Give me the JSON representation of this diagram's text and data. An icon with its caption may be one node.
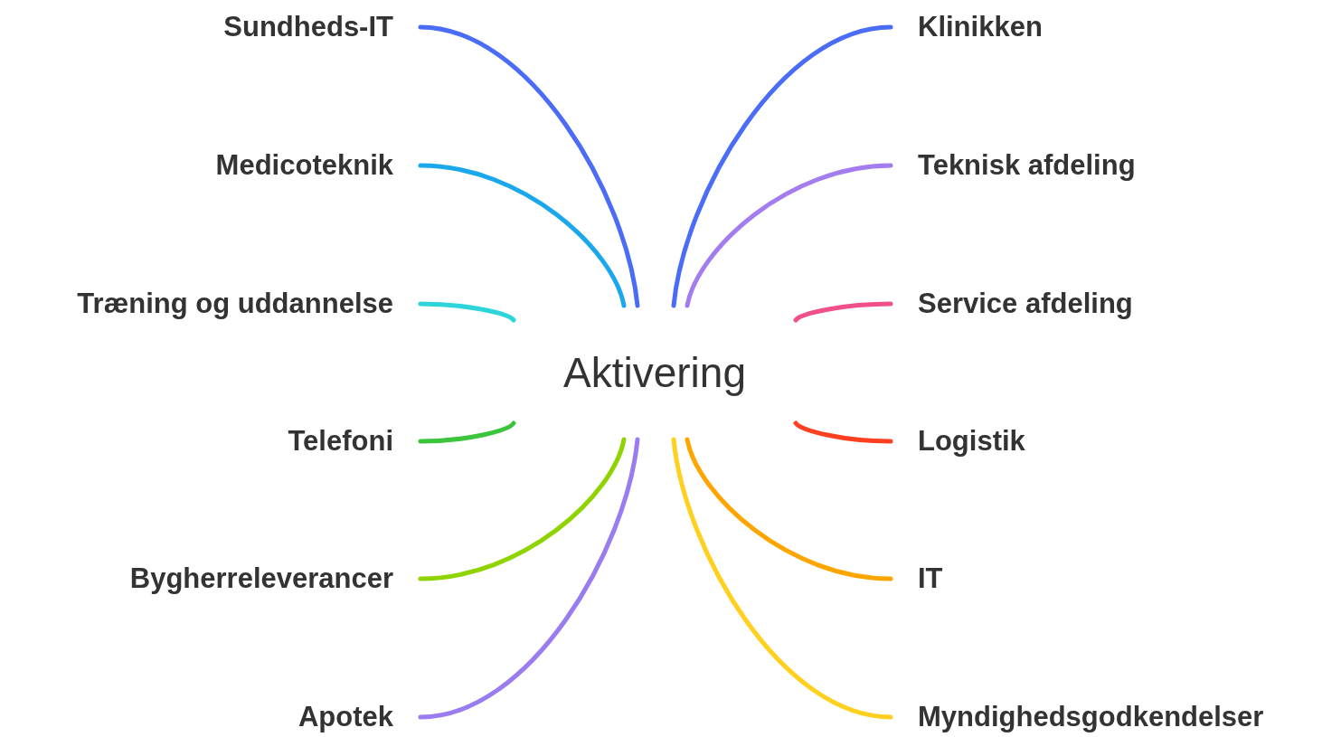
{
  "diagram": {
    "nodes": [
      {
        "text": [
          "Aktivering"
        ]
      },
      {
        "text": [
          "Sundheds-IT"
        ]
      },
      {
        "text": [
          "Medicoteknik"
        ]
      },
      {
        "text": [
          "Træning og uddannelse"
        ]
      },
      {
        "text": [
          "Telefoni"
        ]
      },
      {
        "text": [
          "Bygherreleverancer"
        ]
      },
      {
        "text": [
          "Apotek"
        ]
      },
      {
        "text": [
          "Klinikken"
        ]
      },
      {
        "text": [
          "Teknisk afdeling"
        ]
      },
      {
        "text": [
          "Service afdeling"
        ]
      },
      {
        "text": [
          "Logistik"
        ]
      },
      {
        "text": [
          "IT"
        ]
      },
      {
        "text": [
          "Myndighedsgodkendelser"
        ]
      }
    ],
    "edges": [
      {
        "from": 0,
        "to": 1,
        "arrow": "none",
        "color": "#4a6cf7"
      },
      {
        "from": 0,
        "to": 2,
        "arrow": "none",
        "color": "#1aa7ec"
      },
      {
        "from": 0,
        "to": 3,
        "arrow": "none",
        "color": "#2dd4d9"
      },
      {
        "from": 0,
        "to": 4,
        "arrow": "none",
        "color": "#3cc43c"
      },
      {
        "from": 0,
        "to": 5,
        "arrow": "none",
        "color": "#8fd400"
      },
      {
        "from": 0,
        "to": 6,
        "arrow": "none",
        "color": "#9a7cf0"
      },
      {
        "from": 0,
        "to": 7,
        "arrow": "none",
        "color": "#4a6cf7"
      },
      {
        "from": 0,
        "to": 8,
        "arrow": "none",
        "color": "#a37cf0"
      },
      {
        "from": 0,
        "to": 9,
        "arrow": "none",
        "color": "#f0508a"
      },
      {
        "from": 0,
        "to": 10,
        "arrow": "none",
        "color": "#ff4020"
      },
      {
        "from": 0,
        "to": 11,
        "arrow": "none",
        "color": "#ffa500"
      },
      {
        "from": 0,
        "to": 12,
        "arrow": "none",
        "color": "#ffd020"
      }
    ]
  }
}
